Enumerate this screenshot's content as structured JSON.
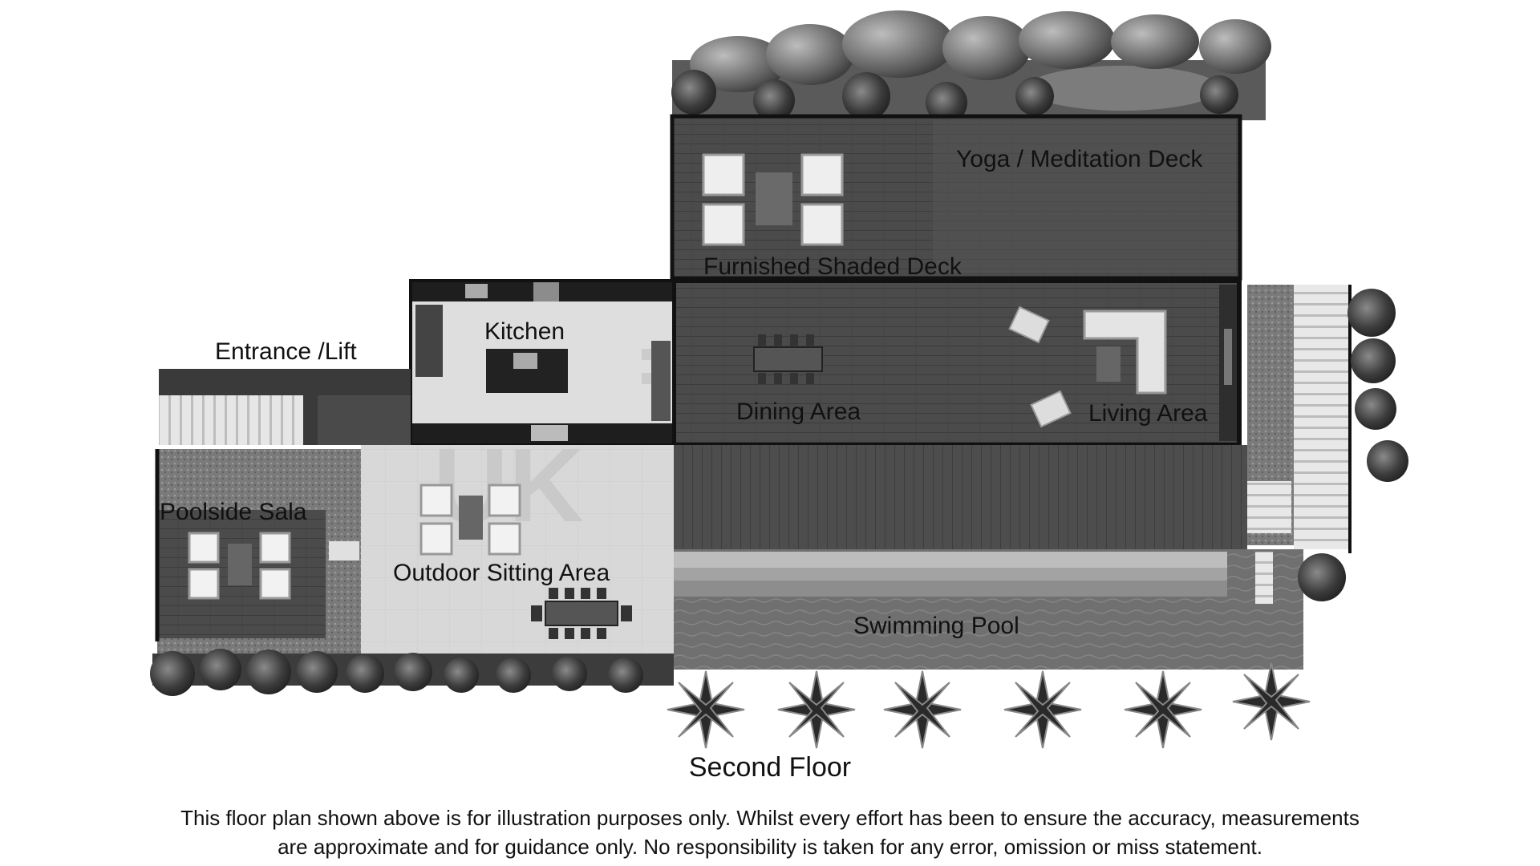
{
  "plan": {
    "rooms": {
      "yoga": "Yoga / Meditation Deck",
      "shaded_deck": "Furnished Shaded Deck",
      "kitchen": "Kitchen",
      "entrance": "Entrance /Lift",
      "dining": "Dining Area",
      "living": "Living Area",
      "sala": "Poolside Sala",
      "outdoor": "Outdoor Sitting Area",
      "pool": "Swimming Pool"
    },
    "watermark": "UK"
  },
  "caption": {
    "floor": "Second Floor",
    "disclaimer_line1": "This floor plan shown above is for illustration purposes only. Whilst every effort has been to ensure the accuracy, measurements",
    "disclaimer_line2": "are approximate and for guidance only. No responsibility is taken for any error, omission or miss statement."
  },
  "colors": {
    "deck": "#4a4a4a",
    "deck_dark": "#3a3a3a",
    "wall": "#111111",
    "paving": "#d6d6d6",
    "pool": "#6e6e6e",
    "foliage": "#2f2f2f"
  }
}
